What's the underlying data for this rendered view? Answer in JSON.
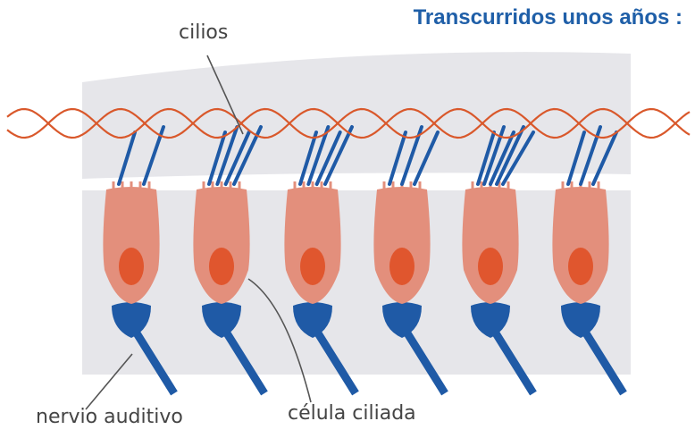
{
  "title": "Transcurridos unos años :",
  "labels": {
    "cilia": "cilios",
    "cell": "célula ciliada",
    "nerve": "nervio auditivo"
  },
  "colors": {
    "title": "#1f5fa8",
    "membrane": "#e6e6ea",
    "tissue": "#e6e6ea",
    "wave": "#d9582b",
    "cilia": "#1f5aa6",
    "cell": "#e38f7c",
    "nucleus": "#e0562e",
    "nerve": "#1f5aa6",
    "label_text": "#444444",
    "leader": "#555555"
  },
  "cells": [
    {
      "cilia_count": 2,
      "cilia_lean": "right"
    },
    {
      "cilia_count": 4,
      "cilia_lean": "right"
    },
    {
      "cilia_count": 4,
      "cilia_lean": "right"
    },
    {
      "cilia_count": 3,
      "cilia_lean": "right"
    },
    {
      "cilia_count": 5,
      "cilia_lean": "right"
    },
    {
      "cilia_count": 3,
      "cilia_lean": "right"
    }
  ],
  "waves": 2
}
